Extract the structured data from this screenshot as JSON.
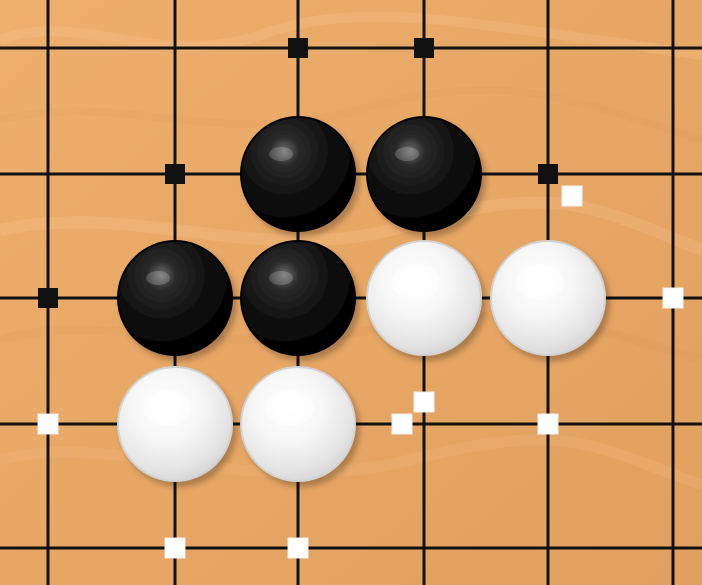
{
  "game": "Go",
  "board": {
    "visible_columns": 6,
    "visible_rows": 5,
    "board_color": "#e9a766",
    "line_color": "#111111"
  },
  "stones": [
    {
      "color": "black",
      "col": 2,
      "row": 1
    },
    {
      "color": "black",
      "col": 3,
      "row": 1
    },
    {
      "color": "black",
      "col": 1,
      "row": 2
    },
    {
      "color": "black",
      "col": 2,
      "row": 2
    },
    {
      "color": "white",
      "col": 3,
      "row": 2
    },
    {
      "color": "white",
      "col": 4,
      "row": 2
    },
    {
      "color": "white",
      "col": 1,
      "row": 3
    },
    {
      "color": "white",
      "col": 2,
      "row": 3
    }
  ],
  "markers": {
    "black_territory": [
      {
        "col": 2,
        "row": 0
      },
      {
        "col": 3,
        "row": 0
      },
      {
        "col": 1,
        "row": 1
      },
      {
        "col": 4,
        "row": 1
      },
      {
        "col": 0,
        "row": 2
      }
    ],
    "white_territory": [
      {
        "col": 4,
        "row": 1,
        "nudge": "down-right"
      },
      {
        "col": 5,
        "row": 2
      },
      {
        "col": 0,
        "row": 3
      },
      {
        "col": 3,
        "row": 3,
        "nudge": "up"
      },
      {
        "col": 3,
        "row": 3,
        "nudge": "left"
      },
      {
        "col": 4,
        "row": 3
      },
      {
        "col": 1,
        "row": 4
      },
      {
        "col": 2,
        "row": 4
      }
    ]
  }
}
